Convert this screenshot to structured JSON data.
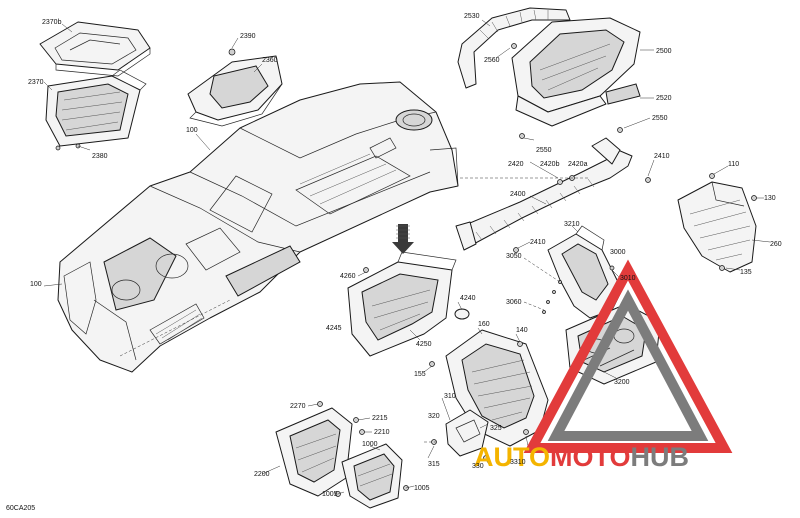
{
  "diagram": {
    "code": "60CA205",
    "labels": {
      "l2370b": "2370b",
      "l2370": "2370",
      "l2380": "2380",
      "l2390": "2390",
      "l2360": "2360",
      "l100a": "100",
      "l100b": "100",
      "l2530": "2530",
      "l2560": "2560",
      "l2500": "2500",
      "l2520": "2520",
      "l2550a": "2550",
      "l2550b": "2550",
      "l2420": "2420",
      "l2420b": "2420b",
      "l2420a": "2420a",
      "l2410a": "2410",
      "l2400": "2400",
      "l2410b": "2410",
      "l110": "110",
      "l130": "130",
      "l260": "260",
      "l135": "135",
      "l3210": "3210",
      "l3000": "3000",
      "l3010": "3010",
      "l3050": "3050",
      "l3060": "3060",
      "l4260": "4260",
      "l4245": "4245",
      "l4240": "4240",
      "l4250": "4250",
      "l160": "160",
      "l140": "140",
      "l155": "155",
      "l3200": "3200",
      "l2270": "2270",
      "l2215": "2215",
      "l2210": "2210",
      "l2200": "2200",
      "l310": "310",
      "l320": "320",
      "l325": "325",
      "l315": "315",
      "l330": "330",
      "l3310": "3310",
      "l1000": "1000",
      "l1005a": "1005",
      "l1005b": "1005"
    }
  },
  "watermark": {
    "part1": "AUTO",
    "part2": "MOTO",
    "part3": "HUB",
    "color_red": "#e23b3b",
    "color_gray": "#7c7c7c",
    "color_yellow": "#f4b400"
  }
}
